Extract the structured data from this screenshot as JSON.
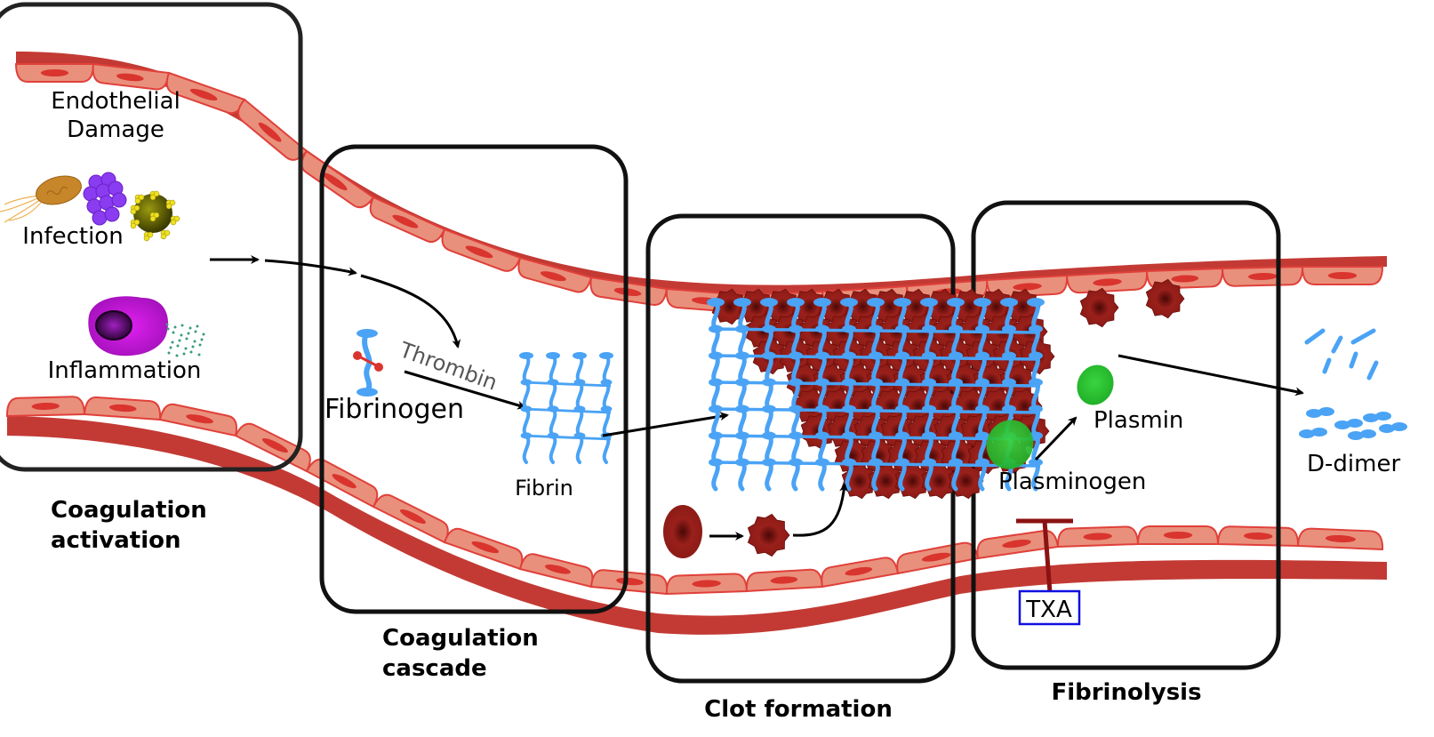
{
  "colors": {
    "vessel_wall": "#c33a34",
    "endothelial_cell": "#e9907c",
    "cell_outline": "#e0403a",
    "nucleus": "#d9342e",
    "fibrin": "#4aa3f5",
    "rbc": "#8e1a16",
    "plasmin": "#2ecc35",
    "txa_border": "#1010e0",
    "inhibit": "#8b1212",
    "stage_box": "#111111"
  },
  "stages": [
    {
      "id": "activation",
      "title_line1": "Coagulation",
      "title_line2": "activation"
    },
    {
      "id": "cascade",
      "title_line1": "Coagulation",
      "title_line2": "cascade"
    },
    {
      "id": "clot",
      "title_line1": "Clot formation",
      "title_line2": ""
    },
    {
      "id": "fibrinolysis",
      "title_line1": "Fibrinolysis",
      "title_line2": ""
    }
  ],
  "labels": {
    "endothelial_line1": "Endothelial",
    "endothelial_line2": "Damage",
    "infection": "Infection",
    "inflammation": "Inflammation",
    "fibrinogen": "Fibrinogen",
    "thrombin": "Thrombin",
    "fibrin": "Fibrin",
    "plasmin": "Plasmin",
    "plasminogen": "Plasminogen",
    "d_dimer": "D-dimer",
    "txa": "TXA"
  }
}
